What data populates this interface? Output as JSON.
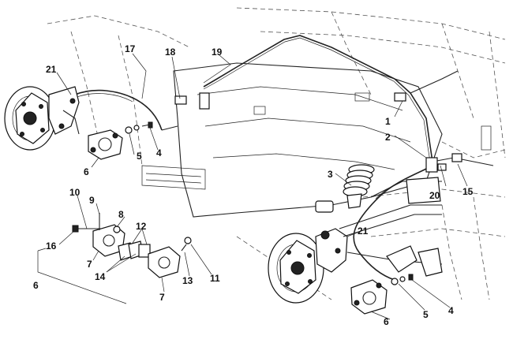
{
  "diagram": {
    "callouts": {
      "c1": "1",
      "c2": "2",
      "c3": "3",
      "c4a": "4",
      "c4b": "4",
      "c5a": "5",
      "c5b": "5",
      "c6a": "6",
      "c6b": "6",
      "c6c": "6",
      "c7a": "7",
      "c7b": "7",
      "c8": "8",
      "c9": "9",
      "c10": "10",
      "c11": "11",
      "c12": "12",
      "c13": "13",
      "c14": "14",
      "c15": "15",
      "c16": "16",
      "c17": "17",
      "c18": "18",
      "c19": "19",
      "c20": "20",
      "c21a": "21",
      "c21b": "21"
    },
    "colors": {
      "ink": "#222222",
      "paper": "#ffffff",
      "frame": "#555555"
    }
  }
}
